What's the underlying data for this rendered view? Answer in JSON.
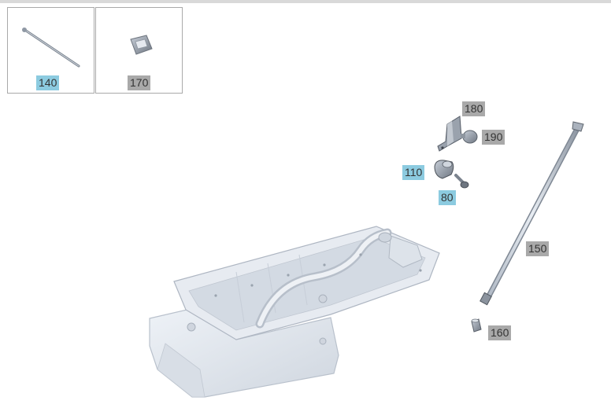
{
  "colors": {
    "callout_highlight": "#8ccbe0",
    "callout_default": "#a9a9a9",
    "part_fill": "#e4e9f0",
    "part_outline": "#b5bdc8"
  },
  "inset": {
    "panels": [
      {
        "part": "dipstick-guide-tube-140"
      },
      {
        "part": "sleeve-170"
      }
    ]
  },
  "callouts": [
    {
      "number": "140",
      "highlighted": true
    },
    {
      "number": "170",
      "highlighted": false
    },
    {
      "number": "180",
      "highlighted": false
    },
    {
      "number": "190",
      "highlighted": false
    },
    {
      "number": "110",
      "highlighted": true
    },
    {
      "number": "80",
      "highlighted": true
    },
    {
      "number": "150",
      "highlighted": false
    },
    {
      "number": "160",
      "highlighted": false
    }
  ]
}
